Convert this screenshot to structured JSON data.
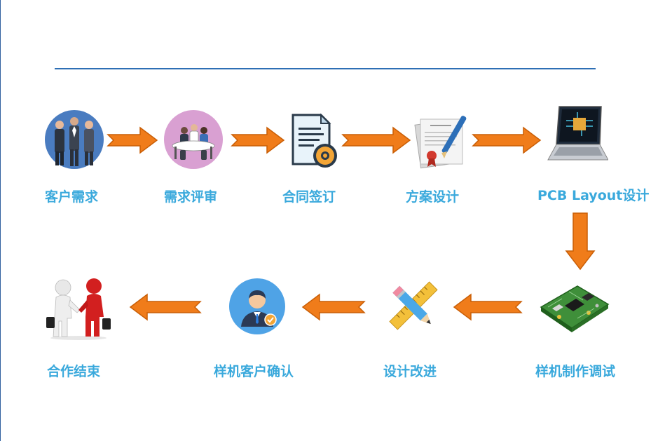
{
  "steps": [
    {
      "label": "客户需求",
      "icon": "business-people-icon"
    },
    {
      "label": "需求评审",
      "icon": "meeting-table-icon"
    },
    {
      "label": "合同签订",
      "icon": "contract-gear-icon"
    },
    {
      "label": "方案设计",
      "icon": "certificate-pen-icon"
    },
    {
      "label": "PCB Layout设计",
      "icon": "laptop-chip-icon"
    },
    {
      "label": "样机制作调试",
      "icon": "circuit-board-icon"
    },
    {
      "label": "设计改进",
      "icon": "pencil-ruler-icon"
    },
    {
      "label": "样机客户确认",
      "icon": "customer-check-icon"
    },
    {
      "label": "合作结束",
      "icon": "handshake-icon"
    }
  ],
  "colors": {
    "label": "#3aa9dc",
    "arrow_fill": "#f07c1a",
    "arrow_stroke": "#c95e06",
    "rule": "#2e6fb5"
  }
}
